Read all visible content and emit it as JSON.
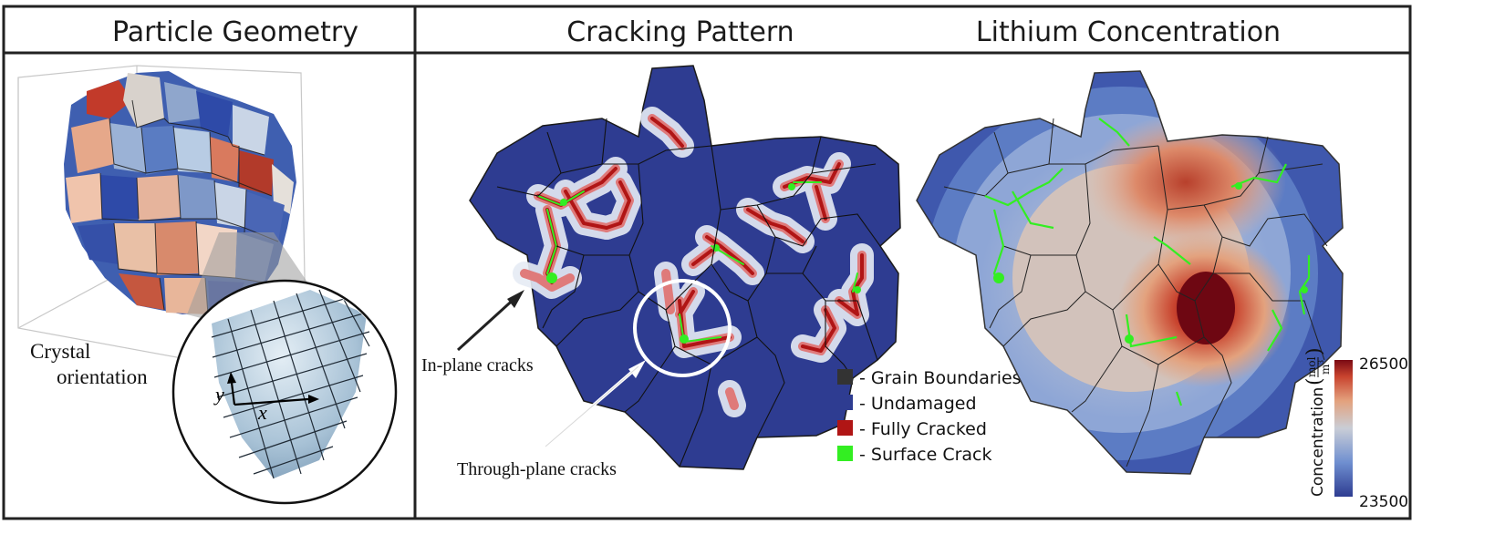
{
  "panels": {
    "left_title": "Particle Geometry",
    "middle_title": "Cracking Pattern",
    "right_title": "Lithium Concentration"
  },
  "left": {
    "crystal_label_line1": "Crystal",
    "crystal_label_line2": "orientation",
    "axis_x": "x",
    "axis_y": "y"
  },
  "middle": {
    "annotation_inplane": "In-plane cracks",
    "annotation_throughplane": "Through-plane cracks",
    "legend": [
      {
        "label": "- Grain Boundaries",
        "color": "#333333"
      },
      {
        "label": "- Undamaged",
        "color": "#2e3c91"
      },
      {
        "label": "- Fully Cracked",
        "color": "#b01515"
      },
      {
        "label": "- Surface Crack",
        "color": "#33ee22"
      }
    ]
  },
  "right": {
    "colorbar": {
      "label": "Concentration",
      "unit_num": "mol",
      "unit_den": "m",
      "unit_exp": "3",
      "max": "26500",
      "min": "23500",
      "colors": [
        "#2e3c91",
        "#6f8fd0",
        "#c9cdd6",
        "#e3a27e",
        "#c8432e",
        "#7a0a14"
      ]
    }
  },
  "colors": {
    "undamaged": "#2e3c91",
    "crack": "#33ee22",
    "boundary": "#1a1a1a"
  }
}
